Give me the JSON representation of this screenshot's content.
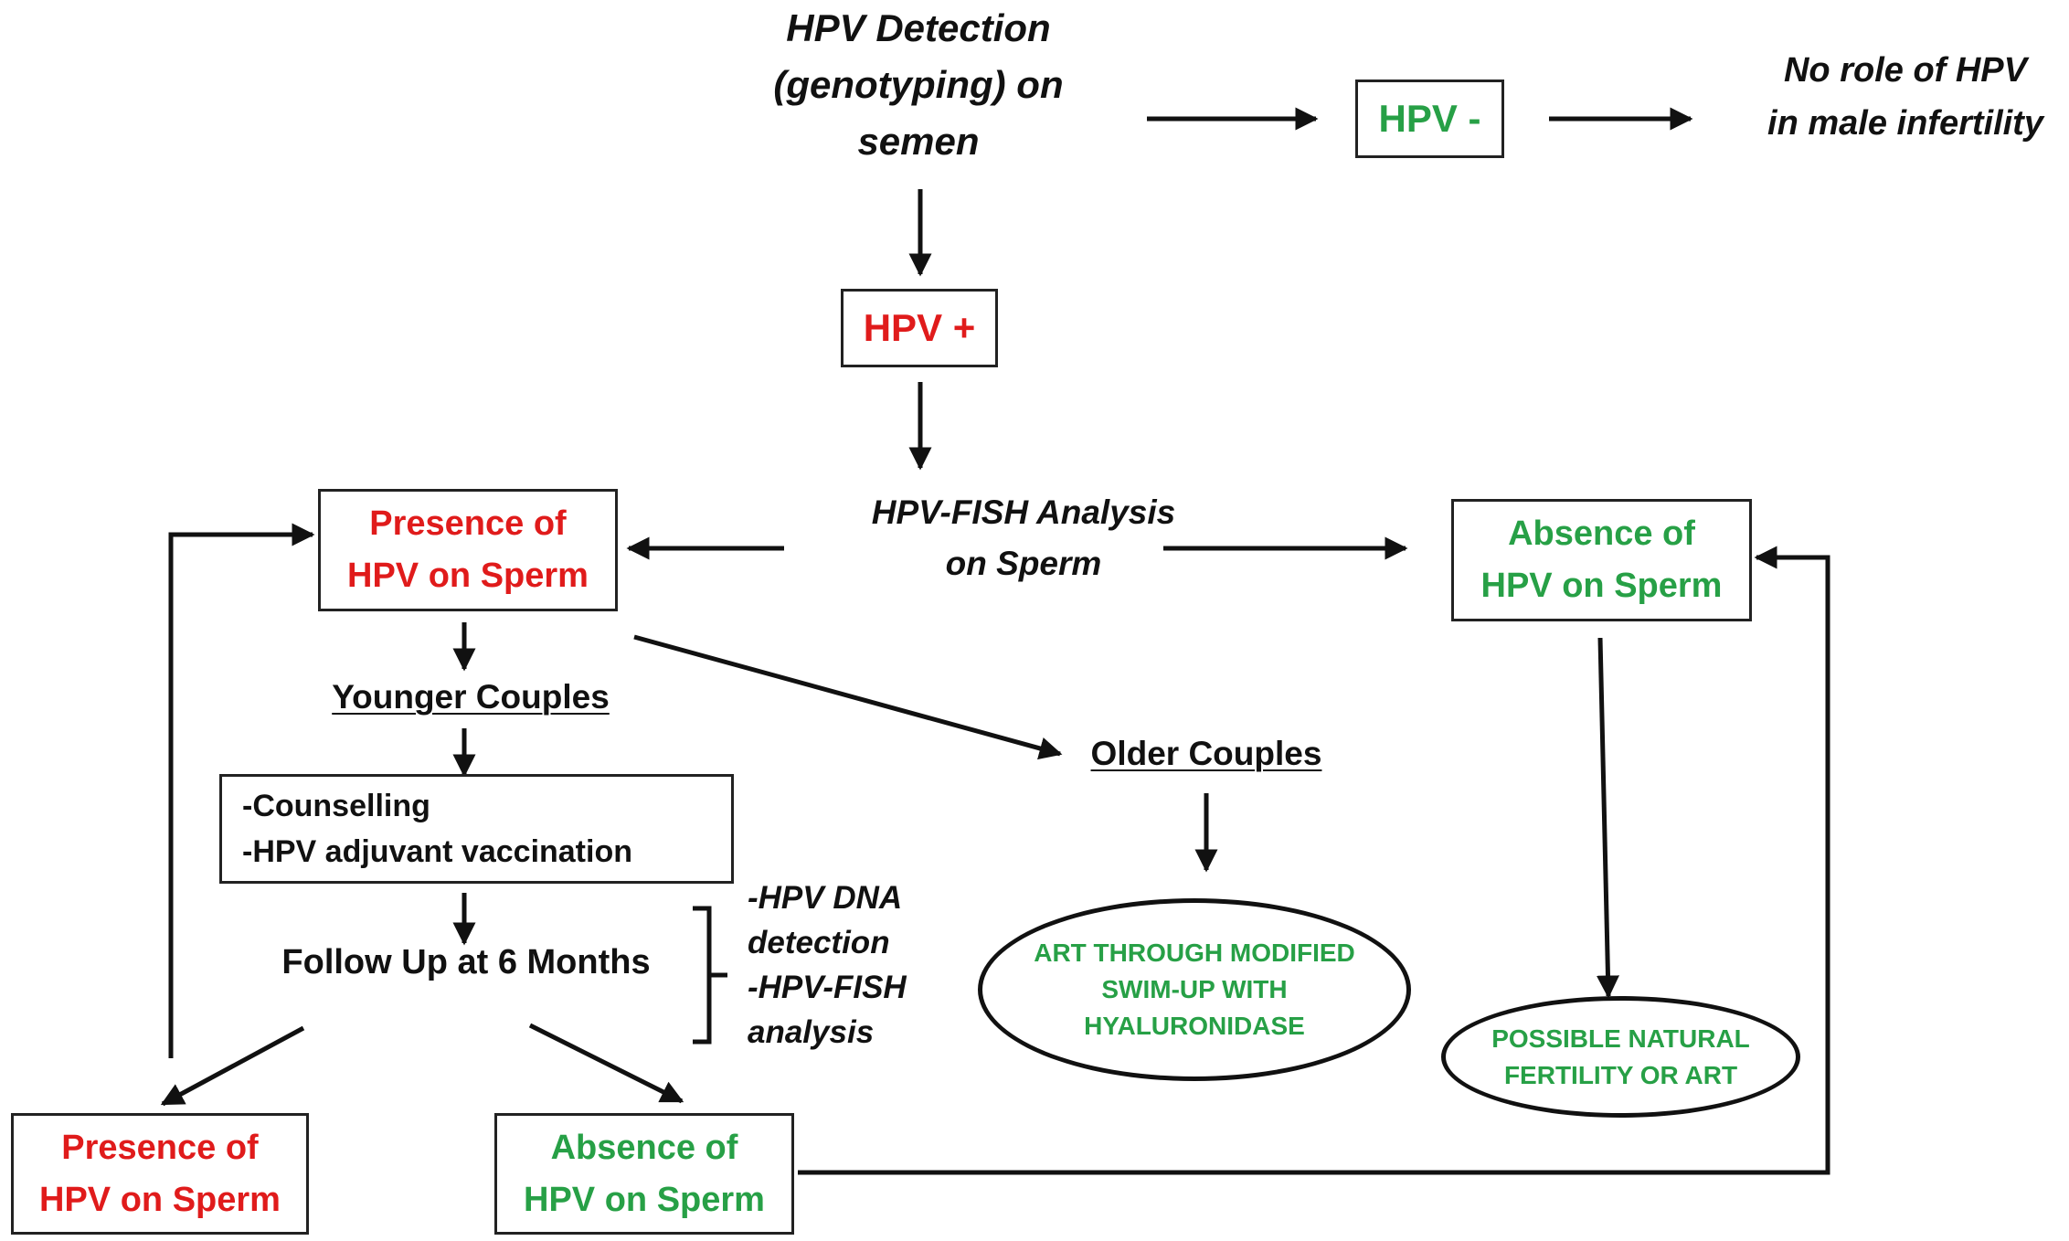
{
  "colors": {
    "positive": "#e01b1b",
    "negative": "#27a046",
    "text": "#111111",
    "line": "#111111"
  },
  "nodes": {
    "detection": "HPV Detection\n(genotyping) on\nsemen",
    "hpv_negative": "HPV -",
    "no_role": "No role of HPV\nin male infertility",
    "hpv_positive": "HPV +",
    "fish_analysis": "HPV-FISH  Analysis\non Sperm",
    "presence_sperm": "Presence of\nHPV on Sperm",
    "absence_sperm": "Absence of\nHPV on Sperm",
    "younger_couples": "Younger  Couples",
    "older_couples": "Older Couples",
    "counselling": "-Counselling\n-HPV adjuvant vaccination",
    "follow_up": "Follow Up at 6 Months",
    "follow_up_tests": "-HPV DNA\ndetection\n-HPV-FISH\nanalysis",
    "art_modified": "ART THROUGH MODIFIED\nSWIM-UP WITH\nHYALURONIDASE",
    "natural_fertility": "POSSIBLE NATURAL\nFERTILITY OR ART",
    "followup_presence": "Presence of\nHPV on Sperm",
    "followup_absence": "Absence of\nHPV on Sperm"
  }
}
